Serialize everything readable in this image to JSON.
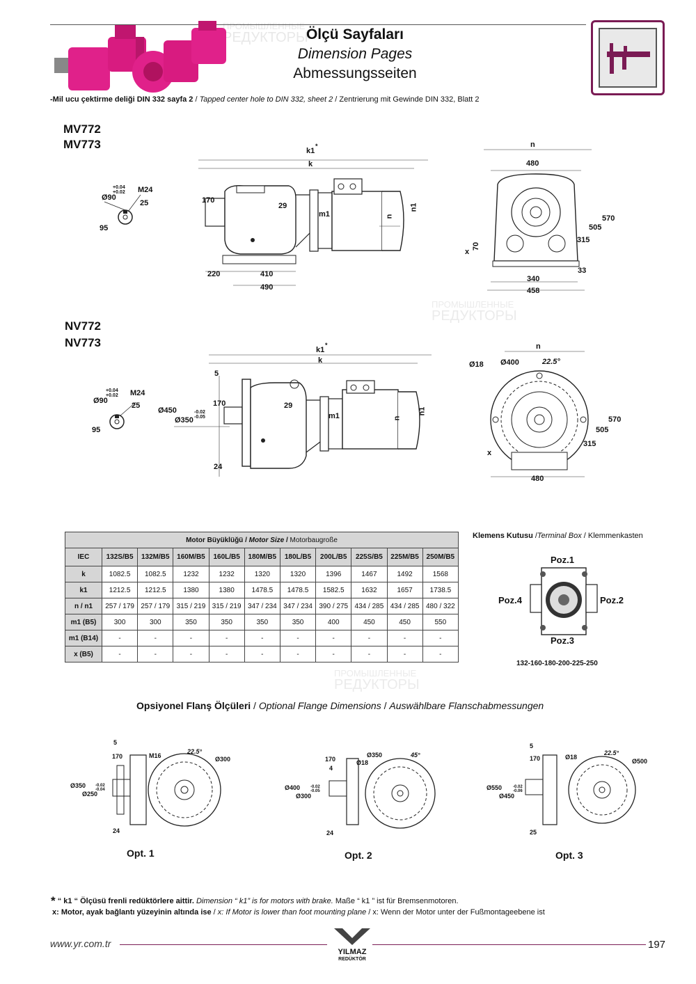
{
  "header": {
    "title": "Ölçü Sayfaları",
    "subtitle_en": "Dimension Pages",
    "subtitle_de": "Abmessungsseiten"
  },
  "note_top": {
    "tr": "-Mil ucu çektirme deliği DIN 332 sayfa 2",
    "en": "Tapped center hole to DIN 332, sheet 2",
    "de": "Zentrierung mit Gewinde DIN 332, Blatt 2",
    "sep": " / "
  },
  "models_top": [
    "MV772",
    "MV773"
  ],
  "models_bottom": [
    "NV772",
    "NV773"
  ],
  "dims_top": {
    "k1": "k1",
    "k1_star": "*",
    "k": "k",
    "d90": "Ø90",
    "tol_up": "+0.04",
    "tol_lo": "+0.02",
    "m24": "M24",
    "d25": "25",
    "d95": "95",
    "d170": "170",
    "d29": "29",
    "m1": "m1",
    "n": "n",
    "n1": "n1",
    "d220": "220",
    "d410": "410",
    "d490": "490",
    "n_side": "n",
    "d480": "480",
    "d570": "570",
    "d505": "505",
    "d315": "315",
    "d70": "70",
    "x": "x",
    "d33": "33",
    "d340": "340",
    "d458": "458"
  },
  "dims_bottom": {
    "k1": "k1",
    "k1_star": "*",
    "k": "k",
    "d5": "5",
    "d90": "Ø90",
    "tol_up": "+0.04",
    "tol_lo": "+0.02",
    "m24": "M24",
    "d25": "25",
    "d95": "95",
    "d450": "Ø450",
    "d350": "Ø350",
    "tol_a": "-0.02",
    "tol_b": "-0.05",
    "d170": "170",
    "d29": "29",
    "d24": "24",
    "m1": "m1",
    "n": "n",
    "n1": "n1",
    "d18": "Ø18",
    "d400": "Ø400",
    "ang": "22.5°",
    "n_side": "n",
    "d570": "570",
    "d505": "505",
    "d315": "315",
    "x": "x",
    "d480": "480"
  },
  "motor_table": {
    "caption_tr": "Motor Büyüklüğü",
    "caption_en": "Motor Size",
    "caption_de": "Motorbaugroße",
    "header_label": "IEC",
    "columns": [
      "132S/B5",
      "132M/B5",
      "160M/B5",
      "160L/B5",
      "180M/B5",
      "180L/B5",
      "200L/B5",
      "225S/B5",
      "225M/B5",
      "250M/B5"
    ],
    "rows": [
      {
        "label": "k",
        "values": [
          "1082.5",
          "1082.5",
          "1232",
          "1232",
          "1320",
          "1320",
          "1396",
          "1467",
          "1492",
          "1568"
        ]
      },
      {
        "label": "k1",
        "values": [
          "1212.5",
          "1212.5",
          "1380",
          "1380",
          "1478.5",
          "1478.5",
          "1582.5",
          "1632",
          "1657",
          "1738.5"
        ]
      },
      {
        "label": "n / n1",
        "values": [
          "257 / 179",
          "257 / 179",
          "315 / 219",
          "315 / 219",
          "347 / 234",
          "347 / 234",
          "390 / 275",
          "434 / 285",
          "434 / 285",
          "480 / 322"
        ]
      },
      {
        "label": "m1 (B5)",
        "values": [
          "300",
          "300",
          "350",
          "350",
          "350",
          "350",
          "400",
          "450",
          "450",
          "550"
        ]
      },
      {
        "label": "m1 (B14)",
        "values": [
          "-",
          "-",
          "-",
          "-",
          "-",
          "-",
          "-",
          "-",
          "-",
          "-"
        ]
      },
      {
        "label": "x (B5)",
        "values": [
          "-",
          "-",
          "-",
          "-",
          "-",
          "-",
          "-",
          "-",
          "-",
          "-"
        ]
      }
    ]
  },
  "terminal_box": {
    "title_tr": "Klemens Kutusu",
    "title_en": "Terminal Box",
    "title_de": "Klemmenkasten",
    "pos1": "Poz.1",
    "pos2": "Poz.2",
    "pos3": "Poz.3",
    "pos4": "Poz.4",
    "sizes": "132-160-180-200-225-250"
  },
  "flanges": {
    "title_tr": "Opsiyonel Flanş Ölçüleri",
    "title_en": "Optional Flange Dimensions",
    "title_de": "Auswählbare Flanschabmessungen",
    "opt1": {
      "label": "Opt. 1",
      "d5": "5",
      "d170": "170",
      "m16": "M16",
      "ang": "22.5°",
      "d300": "Ø300",
      "d350": "Ø350",
      "d250": "Ø250",
      "tol_a": "-0.02",
      "tol_b": "-0.04",
      "d24": "24"
    },
    "opt2": {
      "label": "Opt. 2",
      "d170": "170",
      "d4": "4",
      "d350": "Ø350",
      "d18": "Ø18",
      "ang": "45°",
      "d400": "Ø400",
      "d300": "Ø300",
      "tol_a": "-0.02",
      "tol_b": "-0.05",
      "d24": "24"
    },
    "opt3": {
      "label": "Opt. 3",
      "d5": "5",
      "d170": "170",
      "d18": "Ø18",
      "ang": "22.5°",
      "d500": "Ø500",
      "d550": "Ø550",
      "d450": "Ø450",
      "tol_a": "-0.02",
      "tol_b": "-0.06",
      "d25": "25"
    }
  },
  "footnotes": {
    "star": "*",
    "k1_tr": "“ k1 “ Ölçüsü frenli redüktörlere aittir.",
    "k1_en": "Dimension “ k1” is for motors with brake.",
    "k1_de": "Maße “ k1 ” ist für Bremsenmotoren.",
    "x_tr": "x: Motor, ayak bağlantı yüzeyinin altında ise",
    "x_en": "x: If Motor is lower than foot mounting plane",
    "x_de": "x: Wenn der Motor unter der Fußmontageebene ist",
    "sep": " / "
  },
  "footer": {
    "url": "www.yr.com.tr",
    "brand": "YILMAZ",
    "brand_sub": "REDÜKTÖR",
    "page": "197"
  },
  "watermark": {
    "line1": "ПРОМЫШЛЕННЫЕ",
    "line2": "РЕДУКТОРЫ"
  },
  "colors": {
    "accent": "#7a1b54",
    "product": "#e0218a",
    "table_header": "#d6d6d6"
  }
}
